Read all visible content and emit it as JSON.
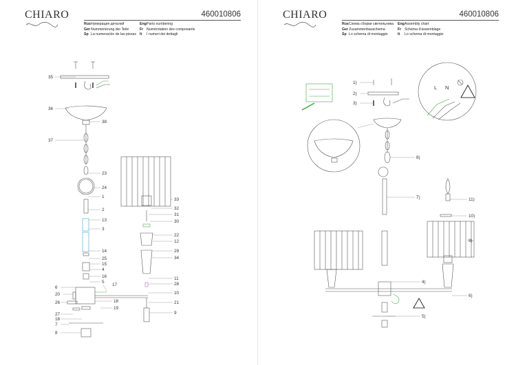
{
  "left": {
    "brand": "CHIARO",
    "code": "460010806",
    "lines": [
      {
        "a_lang": "Rus",
        "a_text": "Нумерация деталей",
        "b_lang": "Eng",
        "b_text": "Parts numbering"
      },
      {
        "a_lang": "Ger",
        "a_text": "Nummerierung der Teile",
        "b_lang": "Fr",
        "b_text": "Numérotation des composants"
      },
      {
        "a_lang": "Sp",
        "a_text": "La numeración de las piezas",
        "b_lang": "It",
        "b_text": "I numeri dei dettagli"
      }
    ],
    "callouts": {
      "p35": "35",
      "p36": "36",
      "p38": "38",
      "p37": "37",
      "p23": "23",
      "p24": "24",
      "p1": "1",
      "p2": "2",
      "p13": "13",
      "p3": "3",
      "p14": "14",
      "p25": "25",
      "p15": "15",
      "p4": "4",
      "p16": "16",
      "p5": "5",
      "p6": "6",
      "p17": "17",
      "p20": "20",
      "p18": "18",
      "p26": "26",
      "p19": "19",
      "p27": "27",
      "p18b": "18",
      "p7": "7",
      "p8": "8",
      "p33": "33",
      "p32": "32",
      "p31": "31",
      "p30": "30",
      "p22": "22",
      "p12": "12",
      "p29": "29",
      "p34": "34",
      "p11": "11",
      "p28": "28",
      "p10": "10",
      "p21": "21",
      "p9": "9"
    }
  },
  "right": {
    "brand": "CHIARO",
    "code": "460010806",
    "lines": [
      {
        "a_lang": "Rus",
        "a_text": "Схема сборки светильника",
        "b_lang": "Eng",
        "b_text": "Assembly chart"
      },
      {
        "a_lang": "Ger",
        "a_text": "Zusammenbauschema",
        "b_lang": "Fr",
        "b_text": "Schéma d'assemblage"
      },
      {
        "a_lang": "Sp",
        "a_text": "Lo schema di montaggio",
        "b_lang": "It",
        "b_text": "Lo schema di montaggio"
      }
    ],
    "steps": {
      "s1": "1)",
      "s2": "2)",
      "s3": "3)",
      "s8": "8)",
      "s7": "7)",
      "s11": "11)",
      "s10": "10)",
      "s9": "9)",
      "s4": "4)",
      "s6": "6)",
      "s5": "5)"
    },
    "wiring": {
      "live": "L",
      "neutral": "N"
    }
  },
  "colors": {
    "ink": "#333333",
    "accent_green": "#7fc97f",
    "accent_cyan": "#7fd0e0",
    "accent_magenta": "#c060c0"
  }
}
